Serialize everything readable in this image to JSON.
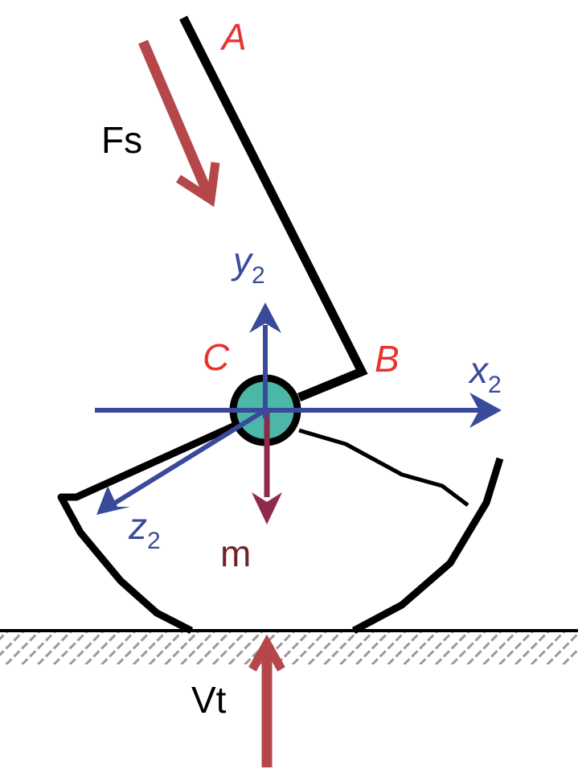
{
  "labels": {
    "point_a": "A",
    "point_b": "B",
    "point_c": "C",
    "force_fs": "Fs",
    "axis_x": "x",
    "axis_y": "y",
    "axis_z": "z",
    "axis_subscript": "2",
    "mass": "m",
    "vt": "Vt"
  },
  "colors": {
    "point_label": "#e8332e",
    "axis": "#3a4a9a",
    "force": "#b5474b",
    "mass_arrow": "#8e2a4c",
    "mass_label": "#6e2424",
    "joint": "#4bb7a8",
    "outline": "#000000",
    "ground_hatch": "#888888"
  }
}
